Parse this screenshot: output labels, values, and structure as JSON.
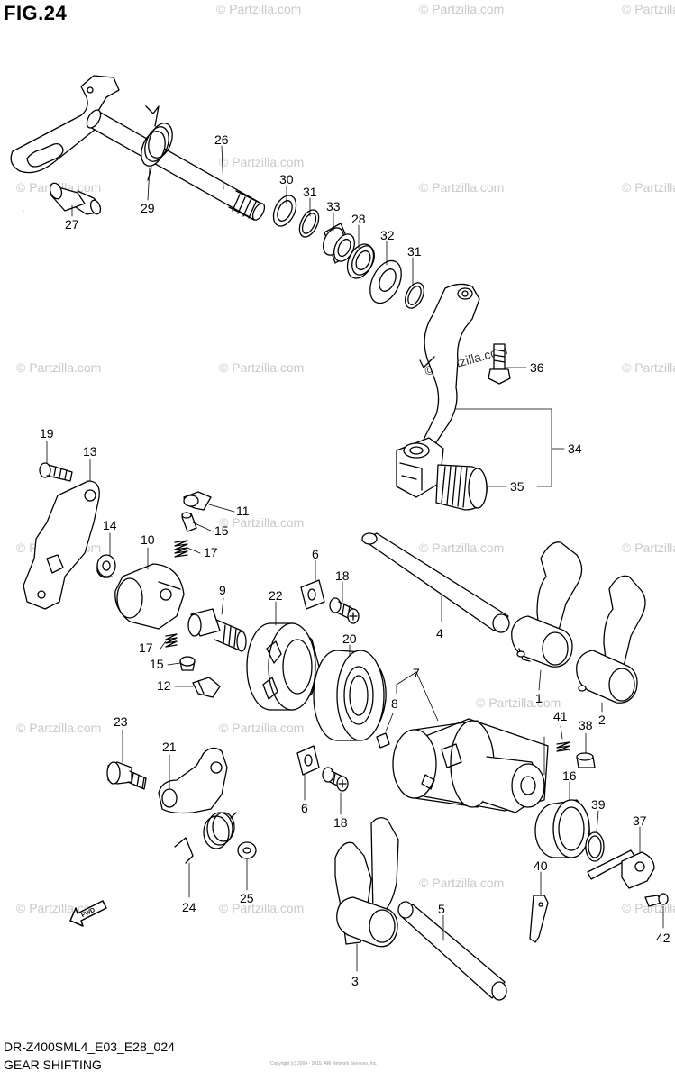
{
  "title": "FIG.24",
  "footer": {
    "model": "DR-Z400SML4_E03_E28_024",
    "name": "GEAR SHIFTING"
  },
  "watermark": "© Partzilla.com",
  "fwd_label": "FWD",
  "copyright_line": "Copyright (c) 2004 - 2015, ARI Network Services, Inc.",
  "callouts": {
    "c1": "1",
    "c2": "2",
    "c3": "3",
    "c4": "4",
    "c5": "5",
    "c6a": "6",
    "c6b": "6",
    "c7": "7",
    "c8": "8",
    "c9": "9",
    "c10": "10",
    "c11": "11",
    "c12": "12",
    "c13": "13",
    "c14": "14",
    "c15a": "15",
    "c15b": "15",
    "c16": "16",
    "c17a": "17",
    "c17b": "17",
    "c18a": "18",
    "c18b": "18",
    "c19": "19",
    "c20": "20",
    "c21": "21",
    "c22": "22",
    "c23": "23",
    "c24": "24",
    "c25": "25",
    "c26": "26",
    "c27": "27",
    "c28": "28",
    "c29": "29",
    "c30": "30",
    "c31a": "31",
    "c31b": "31",
    "c32": "32",
    "c33": "33",
    "c34": "34",
    "c35": "35",
    "c36": "36",
    "c37": "37",
    "c38": "38",
    "c39": "39",
    "c40": "40",
    "c41": "41",
    "c42": "42"
  },
  "colors": {
    "line": "#000000",
    "watermark": "#c9c9c9",
    "background": "#ffffff"
  }
}
